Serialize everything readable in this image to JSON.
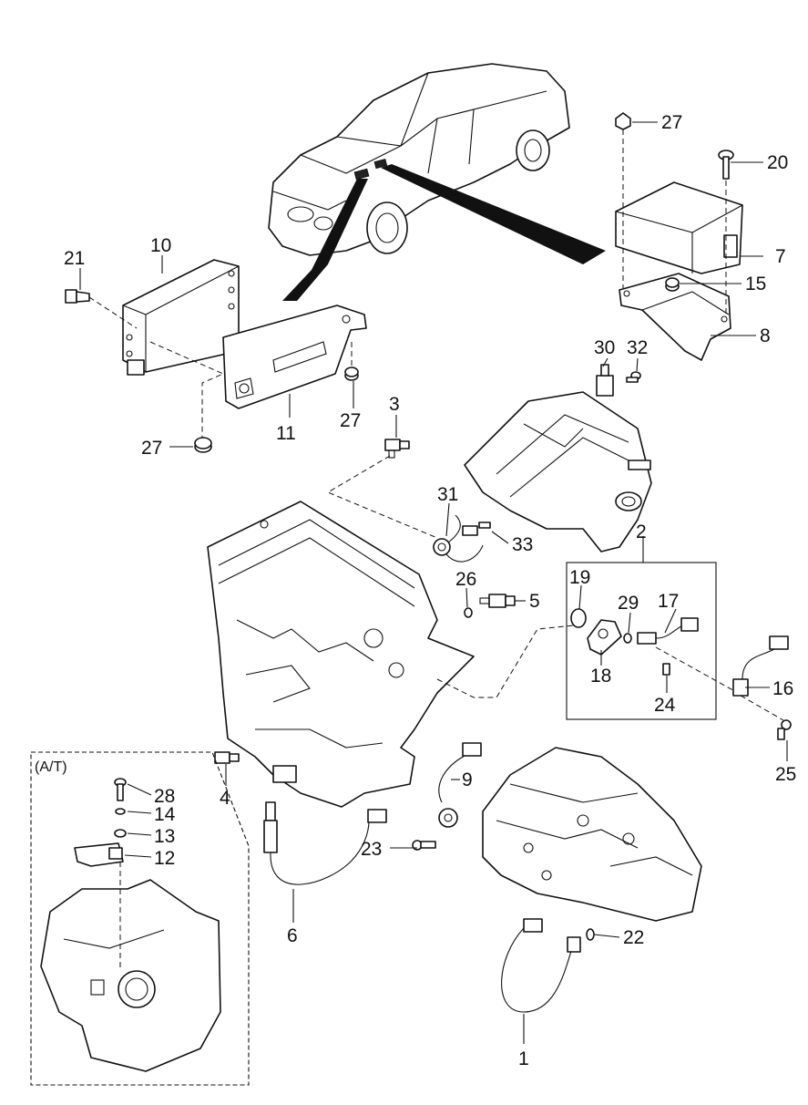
{
  "section_labels": {
    "automatic_transmission": "(A/T)"
  },
  "callouts": {
    "c1": "1",
    "c2": "2",
    "c3": "3",
    "c4": "4",
    "c5": "5",
    "c6": "6",
    "c7": "7",
    "c8": "8",
    "c9": "9",
    "c10": "10",
    "c11": "11",
    "c12": "12",
    "c13": "13",
    "c14": "14",
    "c15": "15",
    "c16": "16",
    "c17": "17",
    "c18": "18",
    "c19": "19",
    "c20": "20",
    "c21": "21",
    "c22": "22",
    "c23": "23",
    "c24": "24",
    "c25": "25",
    "c26": "26",
    "c27a": "27",
    "c27b": "27",
    "c27c": "27",
    "c28": "28",
    "c29": "29",
    "c30": "30",
    "c31": "31",
    "c32": "32",
    "c33": "33"
  }
}
